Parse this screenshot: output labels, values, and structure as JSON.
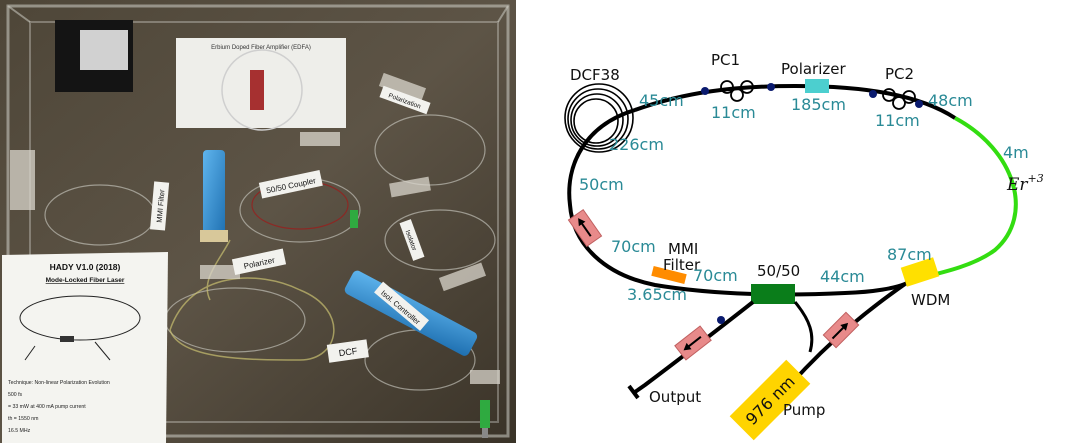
{
  "photo": {
    "sheet_top_title": "Erbium Doped Fiber Amplifier (EDFA)",
    "sheet_main_title": "HADY V1.0 (2018)",
    "sheet_subtitle": "Mode-Locked Fiber Laser",
    "sheet_lines": [
      "Technique: Non-linear Polarization Evolution",
      "500 fs",
      "= 33 mW at 400 mA pump current",
      "th = 1550 nm",
      "16.5 MHz"
    ],
    "tags": {
      "coupler": "50/50 Coupler",
      "mmi": "MMI Filter",
      "polarizer": "Polarizer",
      "isolator": "Isol. Controller",
      "dcf": "DCF",
      "pol_ctrl": "Polarization",
      "isolator_small": "Isolator"
    }
  },
  "diagram": {
    "labels": {
      "dcf38": "DCF38",
      "pc1": "PC1",
      "pc2": "PC2",
      "polarizer": "Polarizer",
      "mmi": "MMI",
      "filter": "Filter",
      "coupler": "50/50",
      "wdm": "WDM",
      "output": "Output",
      "pump": "Pump",
      "pump_box": "976 nm",
      "er_base": "Er",
      "er_sup": "+3"
    },
    "lengths": {
      "l45": "45cm",
      "l11a": "11cm",
      "l185": "185cm",
      "l11b": "11cm",
      "l48": "48cm",
      "l4m": "4m",
      "l226": "226cm",
      "l50": "50cm",
      "l70a": "70cm",
      "l70b": "70cm",
      "l365": "3.65cm",
      "l44": "44cm",
      "l87": "87cm"
    },
    "colors": {
      "fiber": "#000000",
      "erbium": "#33dd11",
      "polarizer": "#4ccfcf",
      "isolator": "#e88a8a",
      "filter": "#ff8c00",
      "coupler": "#0a7d1a",
      "wdm": "#ffe000",
      "pump": "#ffd400",
      "connector": "#0a1a6e",
      "length_text": "#2a8a96"
    }
  }
}
